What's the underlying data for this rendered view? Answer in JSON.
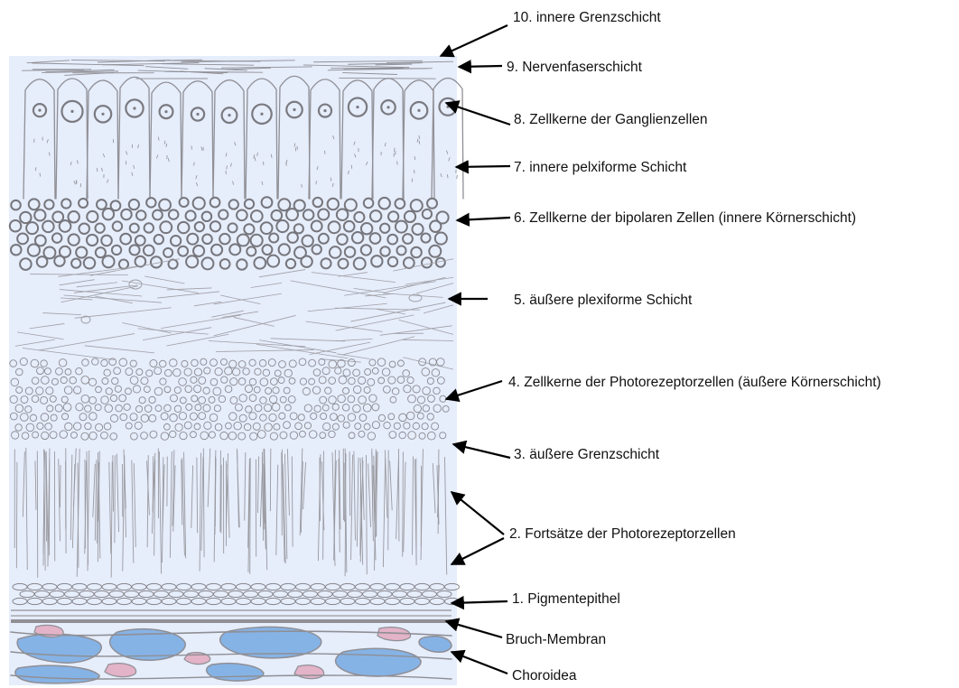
{
  "labels": [
    {
      "id": "inner-limiting-membrane",
      "text": "10. innere Grenzschicht"
    },
    {
      "id": "nerve-fiber-layer",
      "text": "9. Nervenfaserschicht"
    },
    {
      "id": "ganglion-cell-nuclei",
      "text": "8.  Zellkerne der Ganglienzellen"
    },
    {
      "id": "inner-plexiform-layer",
      "text": "7. innere pelxiforme Schicht"
    },
    {
      "id": "bipolar-cell-nuclei",
      "text": "6. Zellkerne der bipolaren Zellen (innere Körnerschicht)"
    },
    {
      "id": "outer-plexiform-layer",
      "text": "5. äußere plexiforme Schicht"
    },
    {
      "id": "photoreceptor-nuclei",
      "text": "4. Zellkerne der Photorezeptorzellen (äußere Körnerschicht)"
    },
    {
      "id": "outer-limiting-membrane",
      "text": "3. äußere Grenzschicht"
    },
    {
      "id": "photoreceptor-processes",
      "text": "2. Fortsätze der Photorezeptorzellen"
    },
    {
      "id": "pigment-epithelium",
      "text": "1. Pigmentepithel"
    },
    {
      "id": "bruch-membrane",
      "text": "Bruch-Membran"
    },
    {
      "id": "choroid",
      "text": "Choroidea"
    }
  ],
  "colors": {
    "background_panel": "#e6edfb",
    "sketch_gray": "#8f8f95",
    "vessel_blue": "#86b3e6",
    "vessel_pink": "#e3b3c8",
    "arrow": "#000000",
    "text": "#111111"
  }
}
